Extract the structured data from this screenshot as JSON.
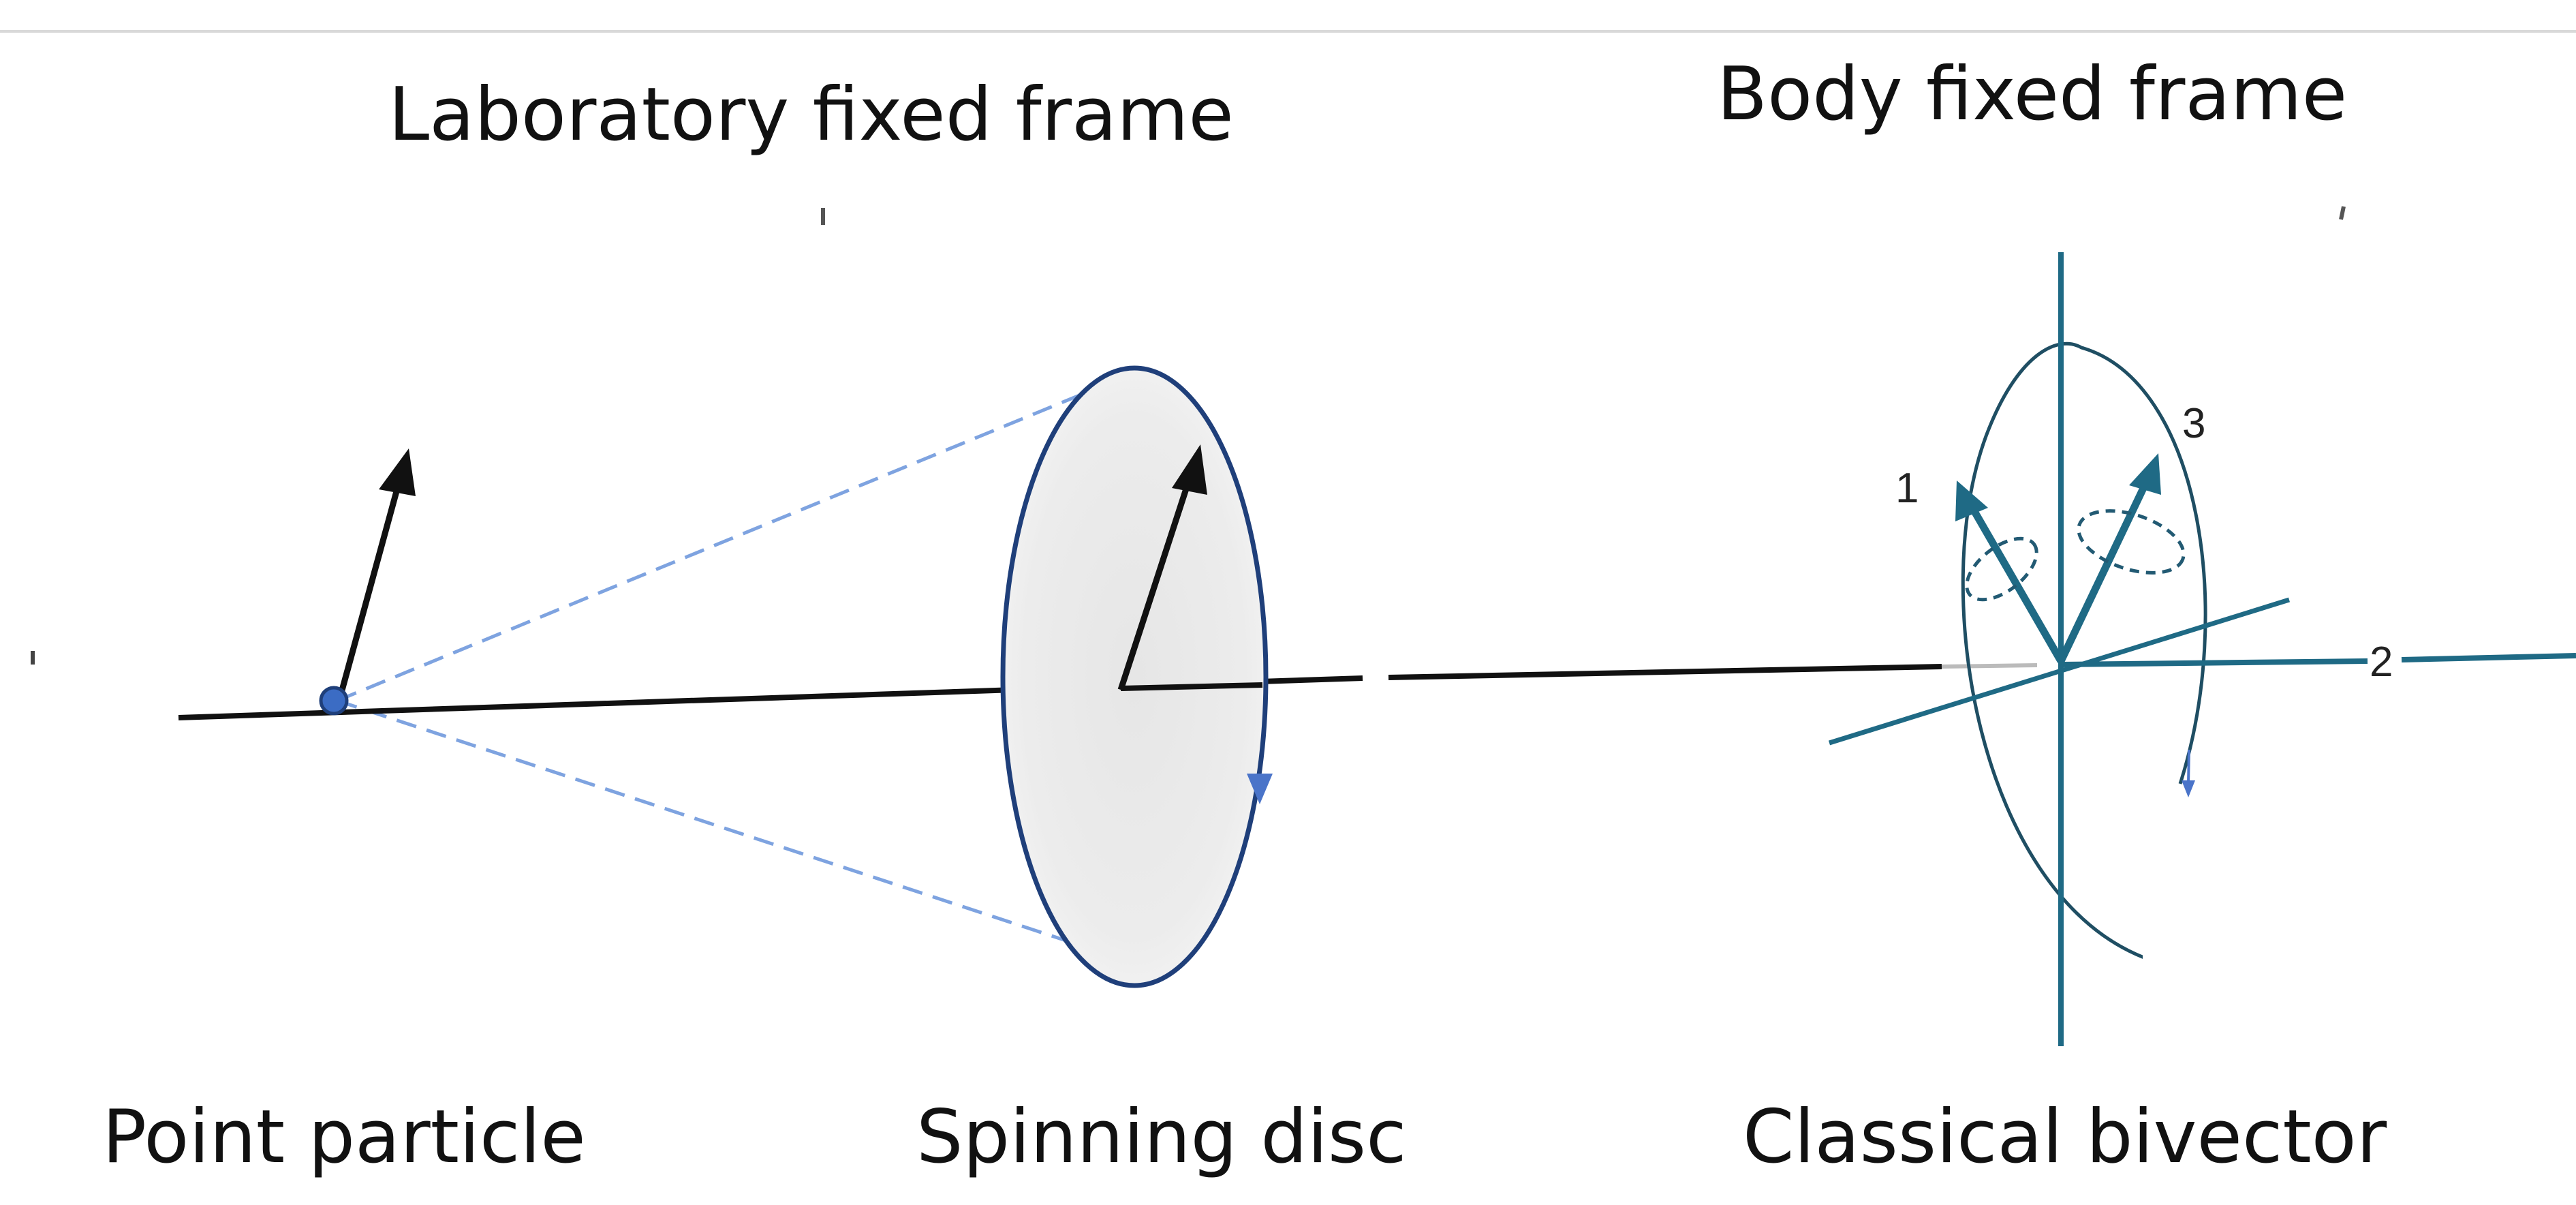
{
  "headings": {
    "lab_frame": "Laboratory fixed frame",
    "body_frame": "Body fixed frame"
  },
  "captions": {
    "point_particle": "Point particle",
    "spinning_disc": "Spinning disc",
    "classical_bivector": "Classical bivector"
  },
  "axis_numbers": {
    "axis1": "1",
    "axis2": "2",
    "axis3": "3"
  },
  "colors": {
    "line_black": "#111111",
    "dashed_blue": "#7ea3e0",
    "disc_outline": "#1f3f7a",
    "disc_fill": "#e4e4e4",
    "particle_fill": "#3b6cc4",
    "rotation_arrow": "#4a74c9",
    "teal": "#1f6a85",
    "teal_dark": "#225a73"
  }
}
